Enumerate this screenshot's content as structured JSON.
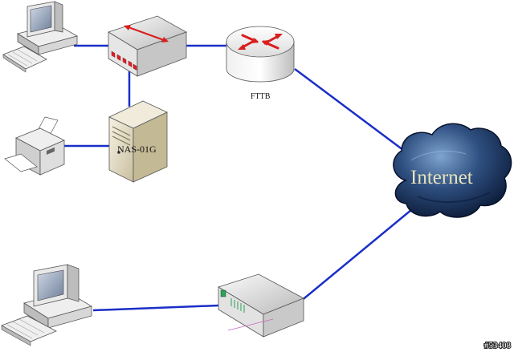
{
  "labels": {
    "fttb": "FTTB",
    "nas": "NAS-01G",
    "internet": "Internet",
    "watermark": "#53408"
  },
  "colors": {
    "link": "#1a2ec8",
    "cloud_dark": "#0b1a3a",
    "cloud_mid": "#2e4f80",
    "cloud_light": "#6d92bf",
    "internet_text": "#e8e2b8",
    "switch_ports": "#e0202a",
    "router_arrows": "#d81e1e",
    "device_beige": "#e8e1cf",
    "device_gray": "#d6d6d6"
  },
  "icons": {
    "pc_top": "desktop-computer-icon",
    "switch": "network-switch-icon",
    "router": "router-icon",
    "printer": "printer-icon",
    "nas": "nas-server-icon",
    "cloud": "internet-cloud-icon",
    "pc_bottom": "desktop-computer-icon",
    "modem": "modem-icon"
  }
}
